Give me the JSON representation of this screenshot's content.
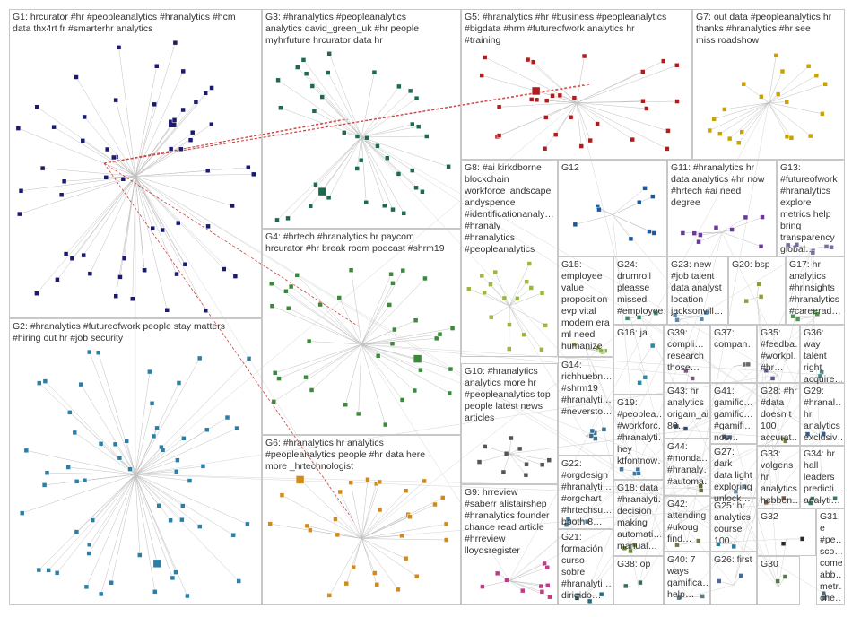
{
  "groups": [
    {
      "id": "G1",
      "label": "G1: hrcurator #hr #peopleanalytics #hranalytics #hcm\ndata thx4rt fr #smarterhr analytics",
      "color": "#1a1a6e"
    },
    {
      "id": "G2",
      "label": "G2: #hranalytics #futureofwork people stay matters\n#hiring out hr #job security",
      "color": "#2b7fa6"
    },
    {
      "id": "G3",
      "label": "G3: #hranalytics #peopleanalytics\nanalytics david_green_uk #hr people\nmyhrfuture hrcurator data hr",
      "color": "#1d6b4a"
    },
    {
      "id": "G4",
      "label": "G4: #hrtech #hranalytics hr paycom\nhrcurator #hr break room podcast #shrm19",
      "color": "#3a8a3a"
    },
    {
      "id": "G5",
      "label": "G5: #hranalytics #hr #business #peopleanalytics\n#bigdata #hrm #futureofwork analytics hr\n#training",
      "color": "#b01d1d"
    },
    {
      "id": "G6",
      "label": "G6: #hranalytics hr analytics\n#peopleanalytics people #hr data here\nmore _hrtechnologist",
      "color": "#d08a1e"
    },
    {
      "id": "G7",
      "label": "G7: out data #peopleanalytics hr\nthanks #hranalytics #hr see\nmiss roadshow",
      "color": "#c9a400"
    },
    {
      "id": "G8",
      "label": "G8: #ai kirkdborne\nblockchain\nworkforce landscape\nandyspence\n#identificationanaly…\n#hranaly\n#hranalytics\n#peopleanalytics",
      "color": "#9ab83c"
    },
    {
      "id": "G9",
      "label": "G9: hrreview\n#saberr alistairshep\n#hranalytics founder\nchance read article\n#hrreview\nlloydsregister",
      "color": "#c03a8a"
    },
    {
      "id": "G10",
      "label": "G10: #hranalytics\nanalytics more hr\n#peopleanalytics top\npeople latest news\narticles",
      "color": "#555555"
    },
    {
      "id": "G11",
      "label": "G11: #hranalytics hr\ndata analytics #hr now\n#hrtech #ai need\ndegree",
      "color": "#6a3a9a"
    },
    {
      "id": "G12",
      "label": "G12",
      "color": "#1a5a9a"
    },
    {
      "id": "G13",
      "label": "G13:\n#futureofwork\n#hranalytics\nexplore\nmetrics help\nbring\ntransparency\nglobal…",
      "color": "#7a6aa0"
    },
    {
      "id": "G14",
      "label": "G14:\nrichhuebn…\n#shrm19\n#hranalyti…\n#neversto…",
      "color": "#3a6a8a"
    },
    {
      "id": "G15",
      "label": "G15:\nemployee\nvalue\nproposition\nevp vital\nmodern era\nml need\nhumanize",
      "color": "#8ab04a"
    },
    {
      "id": "G16",
      "label": "G16: ja",
      "color": "#2a8aa0"
    },
    {
      "id": "G17",
      "label": "G17: hr\nanalytics\n#hrinsights\n#hranalytics\n#careerad…",
      "color": "#4a9a4a"
    },
    {
      "id": "G18",
      "label": "G18: data\n#hranalyti…\ndecision\nmaking\nautomati…\nmanual…",
      "color": "#6a8a3a"
    },
    {
      "id": "G19",
      "label": "G19:\n#peoplea…\n#workforc…\n#hranalyti…\nhey\nktfontnow…",
      "color": "#3a7aa0"
    },
    {
      "id": "G20",
      "label": "G20: bsp",
      "color": "#8aa03a"
    },
    {
      "id": "G21",
      "label": "G21:\nformación\ncurso\nsobre\n#hranalyti…\ndirigido…",
      "color": "#2a6a7a"
    },
    {
      "id": "G22",
      "label": "G22:\n#orgdesign\n#hranalyti…\n#orgchart\n#hrtechsu…\nbooth 8…",
      "color": "#4a7a9a"
    },
    {
      "id": "G23",
      "label": "G23: new\n#job talent\ndata analyst\nlocation\njacksonvill…",
      "color": "#5a8ab0"
    },
    {
      "id": "G24",
      "label": "G24:\ndrumroll\npleasse\nmissed\n#employee…",
      "color": "#3a8a6a"
    },
    {
      "id": "G25",
      "label": "G25: hr\nanalytics\ncourse\n100…",
      "color": "#2a7a9a"
    },
    {
      "id": "G26",
      "label": "G26: first",
      "color": "#4a6a9a"
    },
    {
      "id": "G27",
      "label": "G27: dark\ndata light\nexploring\nunlock…",
      "color": "#6a8aa0"
    },
    {
      "id": "G28",
      "label": "G28: #hr\n#data\ndoesn t\n100\naccurat…",
      "color": "#7a7a3a"
    },
    {
      "id": "G29",
      "label": "G29:\n#hranal…\nhr\nanalytics\nexclusiv…",
      "color": "#3a5a8a"
    },
    {
      "id": "G30",
      "label": "G30",
      "color": "#5a7a4a"
    },
    {
      "id": "G31",
      "label": "G31:\ne\n#pe…\nsco…\ncome\nabb…\nmetr…\nche…",
      "color": "#4a6a7a"
    },
    {
      "id": "G32",
      "label": "G32",
      "color": "#2a2a2a"
    },
    {
      "id": "G33",
      "label": "G33:\nvolgens\nhr\nanalytics\nhebben…",
      "color": "#8a5a3a"
    },
    {
      "id": "G34",
      "label": "G34: hr\nhall\nleaders\npredicti…\nanalyti…",
      "color": "#3a7a5a"
    },
    {
      "id": "G35",
      "label": "G35:\n#feedba…\n#workpl…\n#hr…",
      "color": "#5a5a8a"
    },
    {
      "id": "G36",
      "label": "G36: way\ntalent\nright\nacquire…",
      "color": "#4a8a8a"
    },
    {
      "id": "G37",
      "label": "G37:\ncompan…",
      "color": "#6a6a6a"
    },
    {
      "id": "G38",
      "label": "G38: op",
      "color": "#3a6a5a"
    },
    {
      "id": "G39",
      "label": "G39:\ncompli…\nresearch\nthose…",
      "color": "#7a5a7a"
    },
    {
      "id": "G40",
      "label": "G40: 7\nways\ngamifica…\nhelp…",
      "color": "#5a7a8a"
    },
    {
      "id": "G41",
      "label": "G41:\ngamific…\ngamific…\n#gamifi…\nnos…",
      "color": "#4a5a7a"
    },
    {
      "id": "G42",
      "label": "G42:\nattending\n#ukoug\nfind…",
      "color": "#6a7a4a"
    },
    {
      "id": "G43",
      "label": "G43: hr\nanalytics\norigam_ai\n80…",
      "color": "#3a4a6a"
    },
    {
      "id": "G44",
      "label": "G44:\n#monda…\n#hranaly…\n#automa…",
      "color": "#5a6a3a"
    }
  ]
}
